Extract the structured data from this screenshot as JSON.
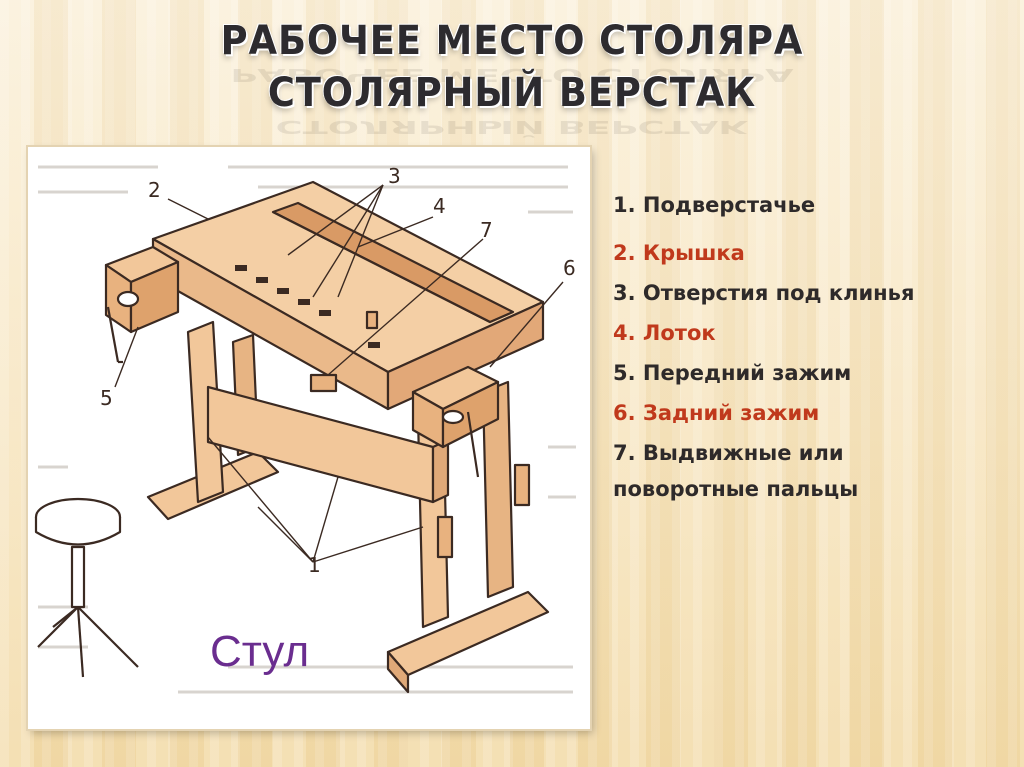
{
  "slide": {
    "title_line1": "РАБОЧЕЕ МЕСТО СТОЛЯРА",
    "title_line2": "СТОЛЯРНЫЙ ВЕРСТАК"
  },
  "illustration": {
    "callouts": [
      "1",
      "2",
      "3",
      "4",
      "5",
      "6",
      "7"
    ],
    "chair_label": "Стул",
    "chair_label_color": "#6a2d8f",
    "wood_color": "#f2c79a",
    "line_color": "#3b2a22"
  },
  "legend": {
    "items": [
      {
        "text": "1. Подверстачье",
        "color": "#2e2a2a"
      },
      {
        "text": "2. Крышка",
        "color": "#c0391c"
      },
      {
        "text": "3. Отверстия под клинья",
        "color": "#2e2a2a"
      },
      {
        "text": "4. Лоток",
        "color": "#c0391c"
      },
      {
        "text": "5. Передний зажим",
        "color": "#2e2a2a"
      },
      {
        "text": "6. Задний зажим",
        "color": "#c0391c"
      },
      {
        "text": "7. Выдвижные или",
        "color": "#2e2a2a"
      },
      {
        "text": "поворотные пальцы",
        "color": "#2e2a2a"
      }
    ]
  }
}
